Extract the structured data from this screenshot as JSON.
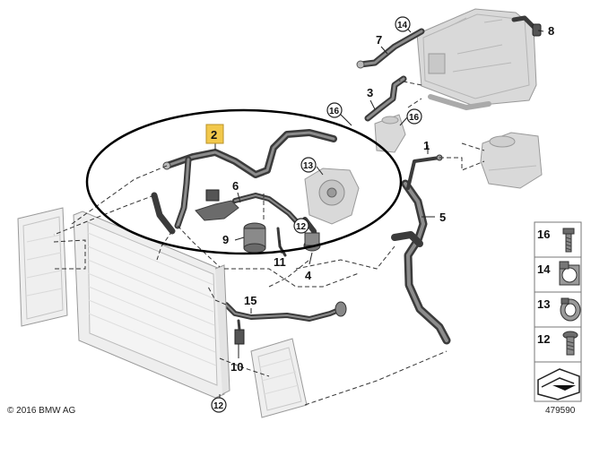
{
  "callouts": {
    "c1": "1",
    "c2": "2",
    "c3": "3",
    "c4": "4",
    "c5": "5",
    "c6": "6",
    "c7": "7",
    "c8": "8",
    "c9": "9",
    "c10": "10",
    "c11": "11",
    "c12a": "12",
    "c12b": "12",
    "c13": "13",
    "c14": "14",
    "c15": "15",
    "c16a": "16",
    "c16b": "16"
  },
  "highlight_color": "#f2c84b",
  "legend": {
    "items": [
      {
        "label": "16",
        "icon": "bolt-icon"
      },
      {
        "label": "14",
        "icon": "hose-clip-icon"
      },
      {
        "label": "13",
        "icon": "hose-clamp-icon"
      },
      {
        "label": "12",
        "icon": "torx-screw-icon"
      },
      {
        "label": "",
        "icon": "arrow-cap-icon"
      }
    ]
  },
  "footer": {
    "copyright": "© 2016 BMW AG",
    "diagram_number": "479590"
  }
}
